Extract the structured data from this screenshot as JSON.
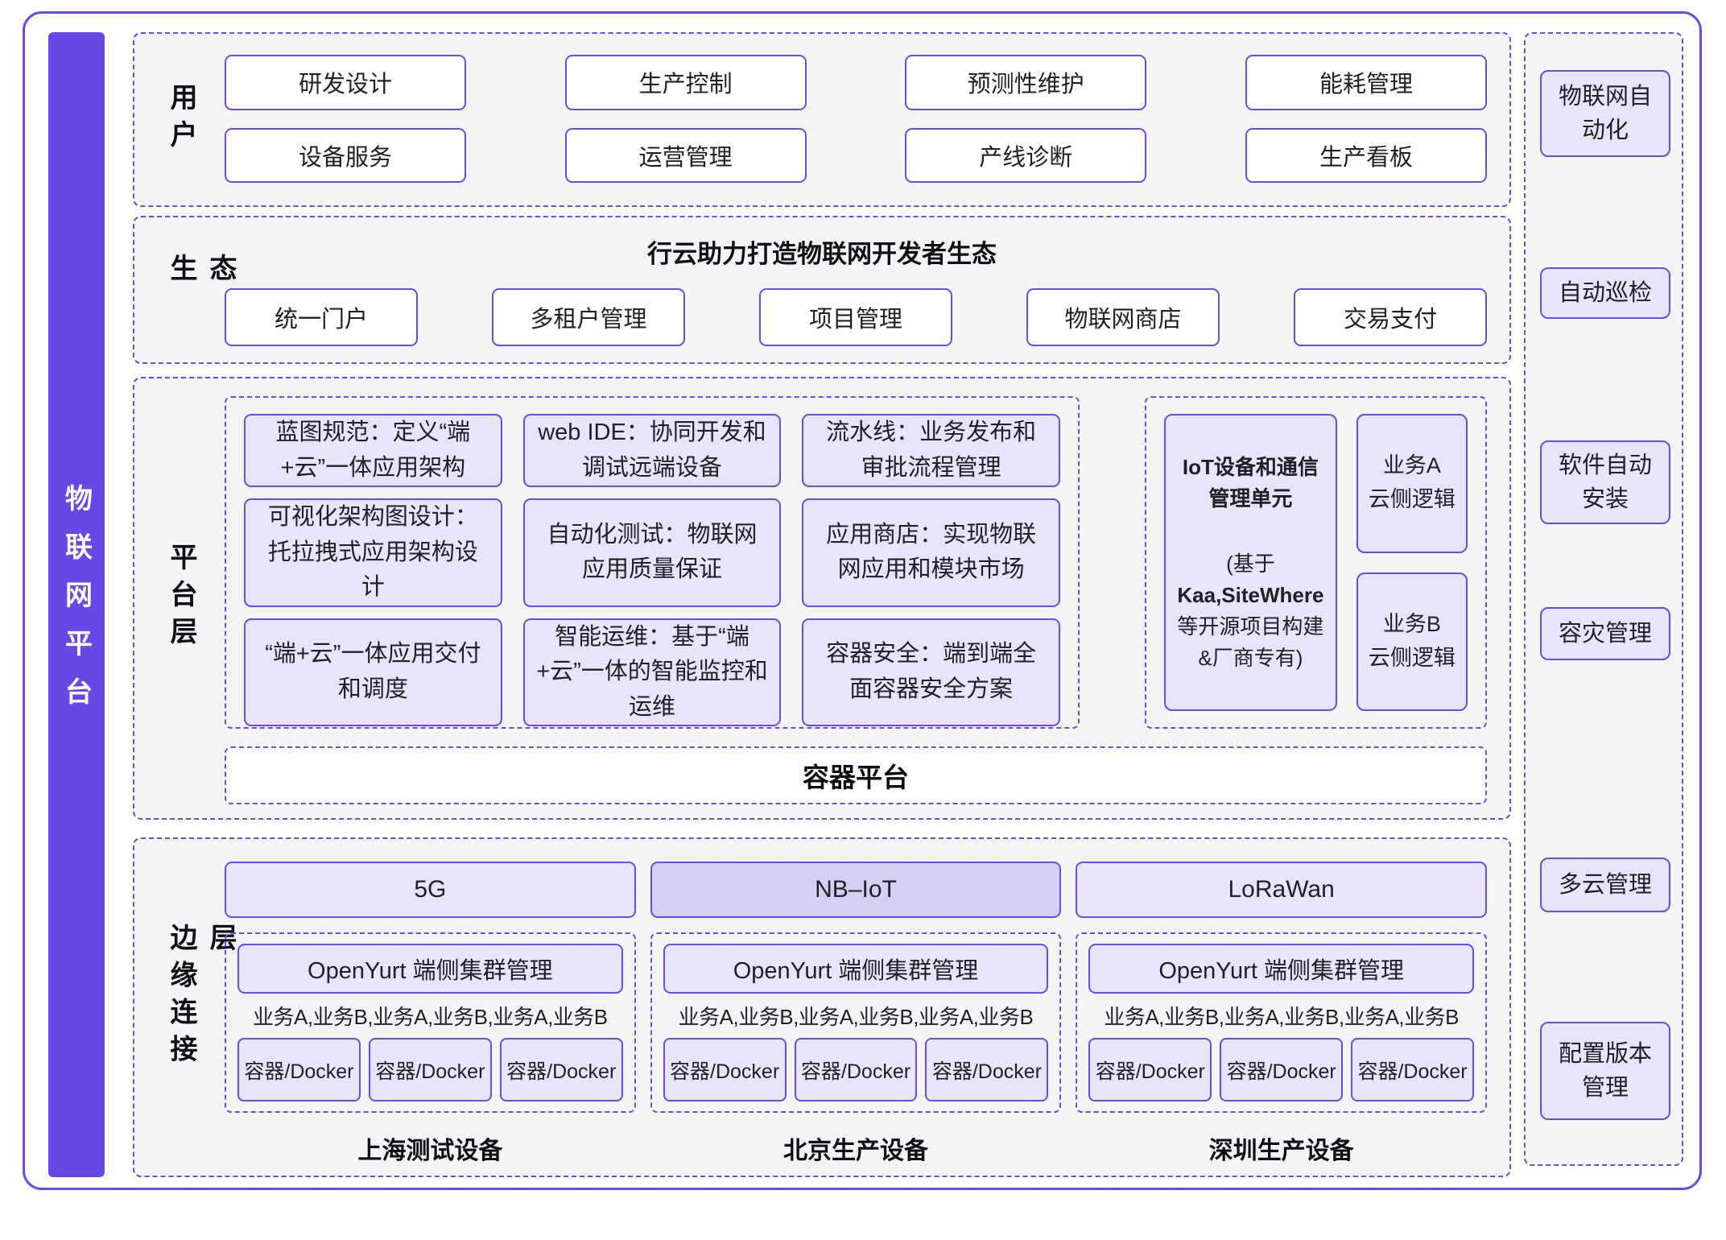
{
  "colors": {
    "primary_purple": "#6b4ae8",
    "left_bar_purple": "#6647e8",
    "lavender_fill": "#e8e4fb",
    "nb_iot_fill": "#d6cff5",
    "section_background": "#f4f4f7"
  },
  "left_bar": {
    "label": "物联网平台"
  },
  "user_section": {
    "label": "用户",
    "boxes": [
      "研发设计",
      "生产控制",
      "预测性维护",
      "能耗管理",
      "设备服务",
      "运营管理",
      "产线诊断",
      "生产看板"
    ]
  },
  "eco_section": {
    "label": "生态",
    "title": "行云助力打造物联网开发者生态",
    "boxes": [
      "统一门户",
      "多租户管理",
      "项目管理",
      "物联网商店",
      "交易支付"
    ]
  },
  "platform_section": {
    "label": "平台层",
    "grid_boxes": [
      "蓝图规范：定义“端+云”一体应用架构",
      "web IDE：协同开发和调试远端设备",
      "流水线：业务发布和审批流程管理",
      "可视化架构图设计：托拉拽式应用架构设计",
      "自动化测试：物联网应用质量保证",
      "应用商店：实现物联网应用和模块市场",
      "“端+云”一体应用交付和调度",
      "智能运维：基于“端+云”一体的智能监控和运维",
      "容器安全：端到端全面容器安全方案"
    ],
    "iot_box": {
      "title": "IoT设备和通信管理单元",
      "line1": "(基于",
      "line2": "Kaa,SiteWhere",
      "line3": "等开源项目构建",
      "line4": "&厂商专有)"
    },
    "side_boxes": [
      {
        "name": "业务A",
        "sub": "云侧逻辑"
      },
      {
        "name": "业务B",
        "sub": "云侧逻辑"
      }
    ],
    "banner": "容器平台"
  },
  "edge_section": {
    "label": "边缘连接层",
    "networks": [
      "5G",
      "NB–IoT",
      "LoRaWan"
    ],
    "groups": [
      {
        "cluster": "OpenYurt 端侧集群管理",
        "services": "业务A,业务B,业务A,业务B,业务A,业务B",
        "dockers": [
          "容器/Docker",
          "容器/Docker",
          "容器/Docker"
        ],
        "label": "上海测试设备"
      },
      {
        "cluster": "OpenYurt 端侧集群管理",
        "services": "业务A,业务B,业务A,业务B,业务A,业务B",
        "dockers": [
          "容器/Docker",
          "容器/Docker",
          "容器/Docker"
        ],
        "label": "北京生产设备"
      },
      {
        "cluster": "OpenYurt 端侧集群管理",
        "services": "业务A,业务B,业务A,业务B,业务A,业务B",
        "dockers": [
          "容器/Docker",
          "容器/Docker",
          "容器/Docker"
        ],
        "label": "深圳生产设备"
      }
    ]
  },
  "right_bar": {
    "boxes": [
      "物联网自动化",
      "自动巡检",
      "软件自动安装",
      "容灾管理",
      "多云管理",
      "配置版本管理"
    ]
  }
}
